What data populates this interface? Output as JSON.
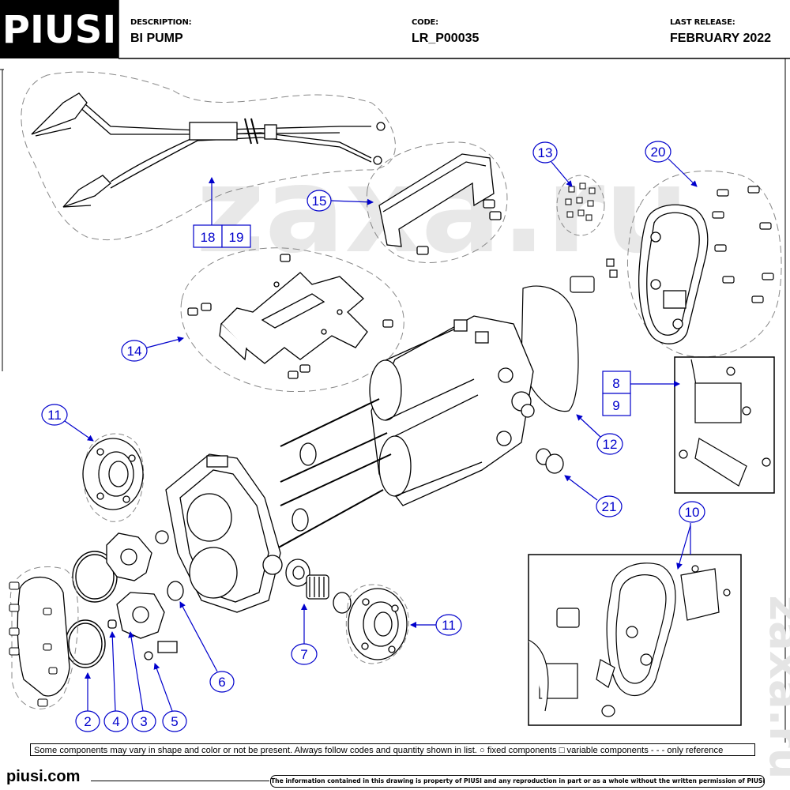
{
  "brand": {
    "logo_text": "PIUSI",
    "site": "piusi.com"
  },
  "header": {
    "description_label": "DESCRIPTION:",
    "description_value": "BI PUMP",
    "code_label": "CODE:",
    "code_value": "LR_P00035",
    "release_label": "LAST RELEASE:",
    "release_value": "FEBRUARY 2022"
  },
  "callouts": {
    "c2": "2",
    "c3": "3",
    "c4": "4",
    "c5": "5",
    "c6": "6",
    "c7": "7",
    "c8": "8",
    "c9": "9",
    "c10": "10",
    "c11a": "11",
    "c11b": "11",
    "c12": "12",
    "c13": "13",
    "c14": "14",
    "c15": "15",
    "c18": "18",
    "c19": "19",
    "c20": "20",
    "c21": "21"
  },
  "footer": {
    "note": "Some components may vary in shape and color or not be present. Always follow codes and quantity shown in list.  ○  fixed components  □  variable components  - - - only reference",
    "legal": "The information contained in this drawing is property of PIUSI and any reproduction in part or as a whole without the written permission of PIUSI S.p.a. is prohibited."
  },
  "watermark": "zaxa.ru",
  "colors": {
    "callout": "#0000cc",
    "line": "#000000",
    "background": "#ffffff"
  }
}
